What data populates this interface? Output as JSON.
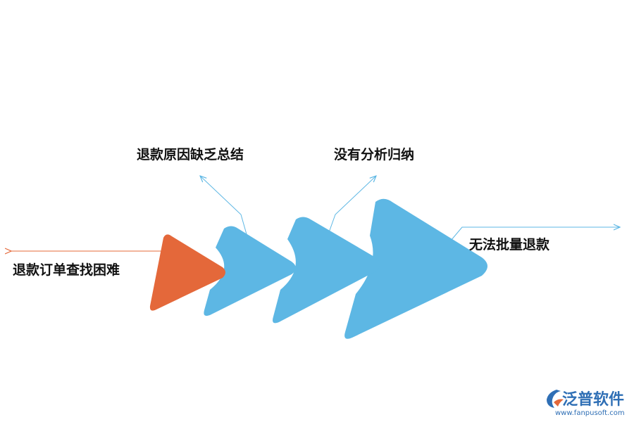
{
  "colors": {
    "accent_orange": "#E4683A",
    "accent_blue": "#5DB7E4",
    "line_orange": "#E4683A",
    "line_blue": "#5DB7E4",
    "text": "#111111",
    "logo_blue": "#2F6FB5"
  },
  "labels": {
    "step1": "退款订单查找困难",
    "step2": "退款原因缺乏总结",
    "step3": "没有分析归纳",
    "step4": "无法批量退款"
  },
  "logo": {
    "name": "泛普软件",
    "url": "www.fanpusoft.com",
    "icon": "fanpu-logo-icon"
  }
}
